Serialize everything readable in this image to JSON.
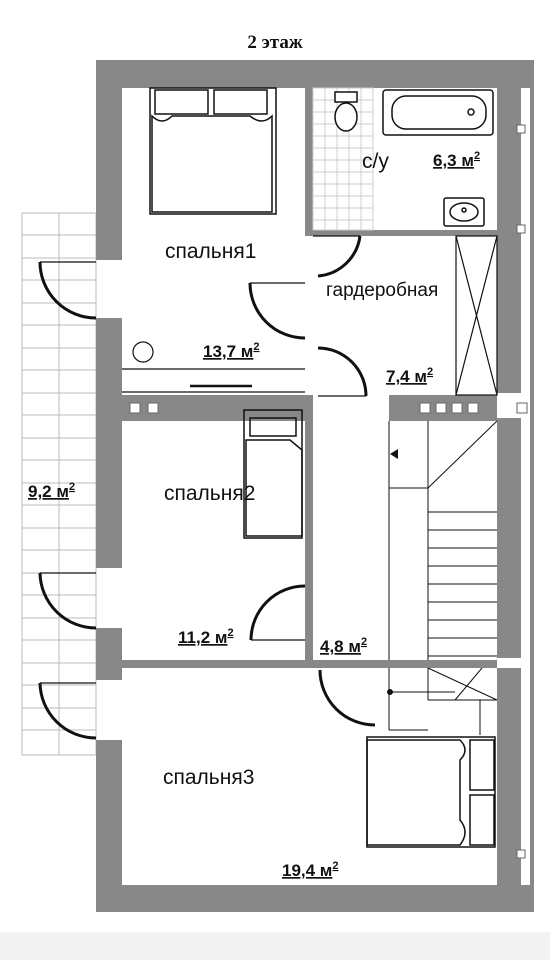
{
  "plan": {
    "title": "2 этаж",
    "rooms": {
      "bedroom1": {
        "name": "спальня1",
        "area": "13,7 м",
        "sup": "2"
      },
      "bedroom2": {
        "name": "спальня2",
        "area": "11,2 м",
        "sup": "2"
      },
      "bedroom3": {
        "name": "спальня3",
        "area": "19,4 м",
        "sup": "2"
      },
      "bathroom": {
        "name": "с/у",
        "area": "6,3 м",
        "sup": "2"
      },
      "wardrobe": {
        "name": "гардеробная",
        "area": "7,4 м",
        "sup": "2"
      },
      "corridor": {
        "area": "4,8 м",
        "sup": "2"
      },
      "balcony": {
        "area": "9,2 м",
        "sup": "2"
      }
    },
    "colors": {
      "wall": "#888888",
      "tile": "#cccccc",
      "paper": "#ffffff",
      "footer": "#f3f3f3"
    }
  }
}
